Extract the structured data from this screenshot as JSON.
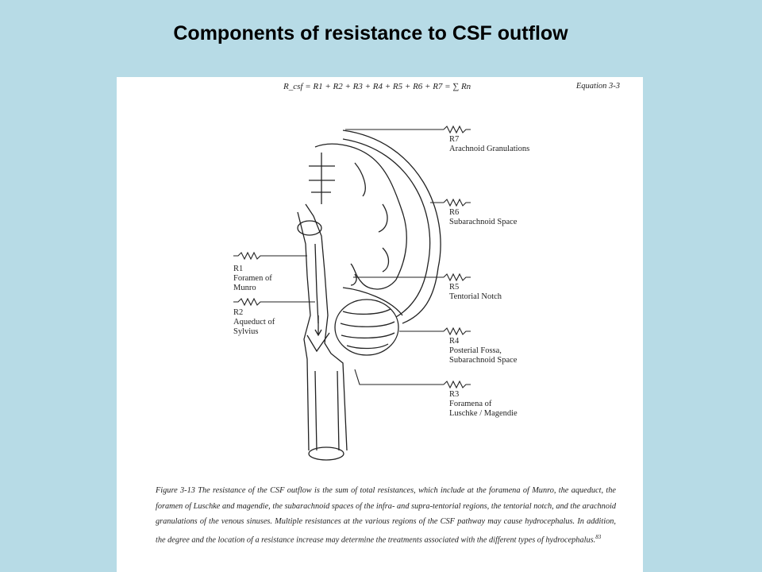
{
  "slide": {
    "title": "Components of resistance to CSF outflow"
  },
  "equation": {
    "text": "R_csf = R1 + R2 + R3 + R4 + R5 + R6 + R7 = ∑ Rn",
    "label": "Equation 3-3"
  },
  "resistances": [
    {
      "id": "R7",
      "label": "R7",
      "name": "Arachnoid Granulations"
    },
    {
      "id": "R6",
      "label": "R6",
      "name": "Subarachnoid Space"
    },
    {
      "id": "R5",
      "label": "R5",
      "name": "Tentorial Notch"
    },
    {
      "id": "R4",
      "label": "R4",
      "name": "Posterial Fossa,\nSubarachnoid Space"
    },
    {
      "id": "R3",
      "label": "R3",
      "name": "Foramena of\nLuschke / Magendie"
    },
    {
      "id": "R1",
      "label": "R1",
      "name": "Foramen of\nMunro"
    },
    {
      "id": "R2",
      "label": "R2",
      "name": "Aqueduct of\nSylvius"
    }
  ],
  "caption": {
    "text": "Figure 3-13 The resistance of the CSF outflow is the sum of total resistances, which include at the foramena of Munro, the aqueduct, the foramen of Luschke and magendie, the subarachnoid spaces of the infra- and supra-tentorial regions, the tentorial notch, and the arachnoid granulations of the venous sinuses. Multiple resistances at the various regions of the CSF pathway may cause hydrocephalus. In addition, the degree and the location of a resistance increase may determine the treatments associated with the different types of hydrocephalus.",
    "ref": "83"
  }
}
